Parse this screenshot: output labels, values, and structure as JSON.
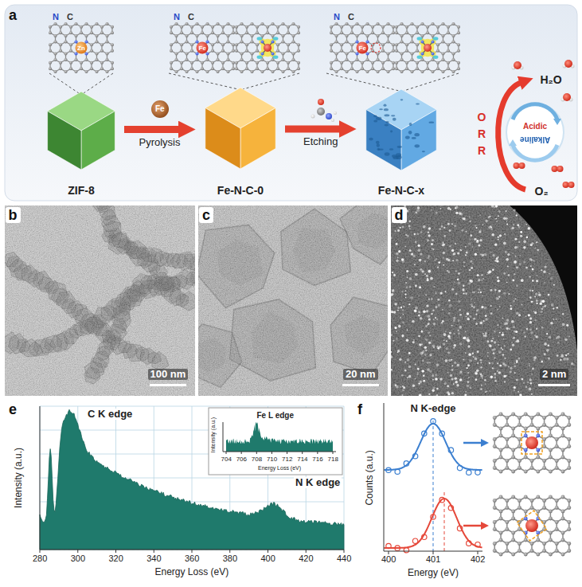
{
  "diagram": {
    "nodes": [
      {
        "text": [
          "ZIF-8"
        ]
      },
      {
        "text": [
          "Fe-N-C-0"
        ]
      },
      {
        "text": [
          "Fe-N-C-x"
        ]
      }
    ],
    "edges": [
      {
        "from": 0,
        "to": 1,
        "arrow": "to",
        "label": "Pyrolysis"
      },
      {
        "from": 1,
        "to": 2,
        "arrow": "to",
        "label": "Etching"
      }
    ],
    "labels": [
      "a",
      "N",
      "C",
      "Zn",
      "N",
      "C",
      "Fe",
      "N",
      "C",
      "Fe",
      "Fe",
      "H₂O",
      "O₂",
      "ORR",
      "Acidic",
      "Alkaline",
      "b",
      "100 nm",
      "c",
      "20 nm",
      "d",
      "2 nm",
      "e",
      "C K edge",
      "N K edge",
      "Fe L edge",
      "Intensity (a.u.)",
      "Energy Loss (eV)",
      "Intensity (a.u.)",
      "Energy Loss (eV)",
      "280",
      "300",
      "320",
      "340",
      "360",
      "380",
      "400",
      "420",
      "440",
      "704",
      "706",
      "708",
      "710",
      "712",
      "714",
      "716",
      "718",
      "f",
      "N K-edge",
      "Counts (a.u.)",
      "Energy (eV)",
      "400",
      "401",
      "402"
    ]
  }
}
